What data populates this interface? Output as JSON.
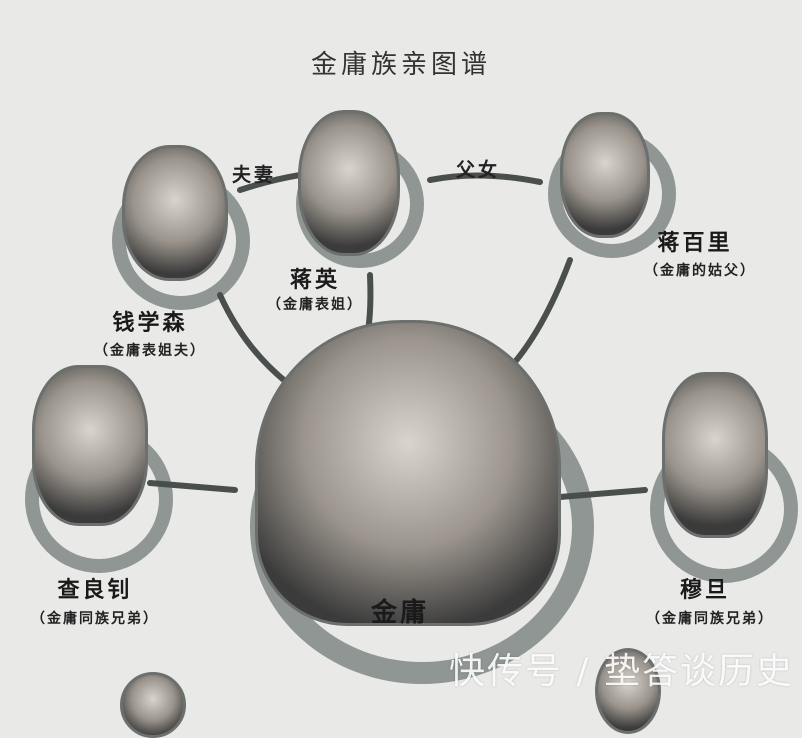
{
  "title": "金庸族亲图谱",
  "relations": {
    "husband_wife": "夫妻",
    "father_daughter": "父女"
  },
  "people": {
    "qian": {
      "name": "钱学森",
      "relation": "（金庸表姐夫）"
    },
    "jiangying": {
      "name": "蒋英",
      "relation": "（金庸表姐）"
    },
    "jiangbaili": {
      "name": "蒋百里",
      "relation": "（金庸的姑父）"
    },
    "zha": {
      "name": "查良钊",
      "relation": "（金庸同族兄弟）"
    },
    "jinyong": {
      "name": "金庸"
    },
    "mudan": {
      "name": "穆旦",
      "relation": "（金庸同族兄弟）"
    }
  },
  "watermark": "快传号 / 垫答谈历史",
  "colors": {
    "background": "#e9eae8",
    "ink": "#46504e"
  }
}
